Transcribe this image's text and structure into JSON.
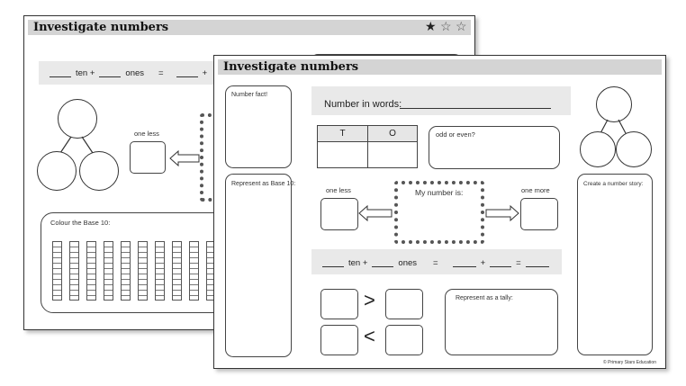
{
  "back_sheet": {
    "title": "Investigate numbers",
    "rating_stars": [
      "filled-star-icon",
      "empty-star-icon",
      "empty-star-icon"
    ],
    "equation": {
      "part1": "ten +",
      "part2": "ones",
      "eq": "=",
      "plus": "+"
    },
    "one_less": "one less",
    "colour_base10": "Colour the Base 10:",
    "base10_rods": 10
  },
  "front_sheet": {
    "title": "Investigate numbers",
    "number_fact": "Number fact!",
    "number_in_words": "Number in words:",
    "place_value": {
      "tens": "T",
      "ones": "O"
    },
    "odd_or_even": "odd or even?",
    "represent_base10": "Represent as Base 10:",
    "one_less": "one less",
    "my_number": "My number is:",
    "one_more": "one more",
    "equation": {
      "part1": "ten +",
      "part2": "ones",
      "eq1": "=",
      "plus": "+",
      "eq2": "="
    },
    "greater_than": ">",
    "less_than": "<",
    "represent_tally": "Represent as a tally:",
    "create_story": "Create a number story:",
    "footer": "© Primary Stars Education"
  }
}
